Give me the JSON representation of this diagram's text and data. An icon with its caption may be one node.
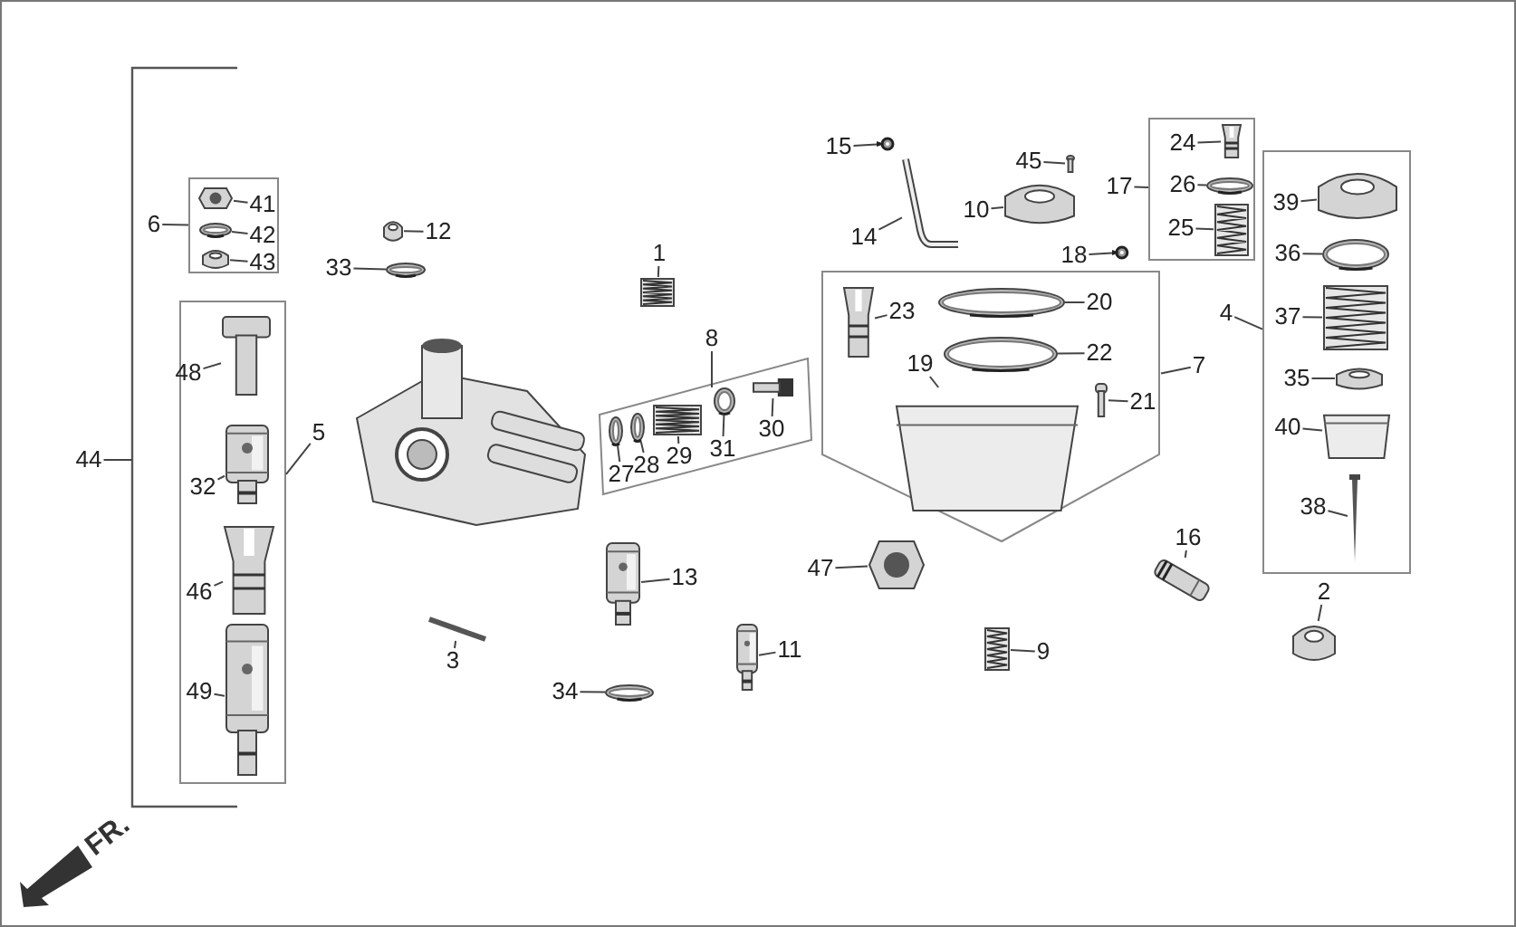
{
  "diagram": {
    "nodes": [
      {
        "text": [
          "44"
        ]
      },
      {
        "text": [],
        "shape": "box"
      },
      {
        "text": [
          "6"
        ]
      },
      {
        "text": [],
        "shape": "picture",
        "in": 1
      },
      {
        "text": [
          "41"
        ],
        "in": 1
      },
      {
        "text": [],
        "shape": "picture",
        "in": 1
      },
      {
        "text": [
          "42"
        ],
        "in": 1
      },
      {
        "text": [],
        "shape": "picture",
        "in": 1
      },
      {
        "text": [
          "43"
        ],
        "in": 1
      },
      {
        "text": [],
        "shape": "box"
      },
      {
        "text": [
          "5"
        ]
      },
      {
        "text": [],
        "shape": "picture",
        "in": 9
      },
      {
        "text": [
          "48"
        ],
        "in": 9
      },
      {
        "text": [],
        "shape": "picture",
        "in": 9
      },
      {
        "text": [
          "32"
        ],
        "in": 9
      },
      {
        "text": [],
        "shape": "picture",
        "in": 9
      },
      {
        "text": [
          "46"
        ],
        "in": 9
      },
      {
        "text": [],
        "shape": "picture",
        "in": 9
      },
      {
        "text": [
          "49"
        ],
        "in": 9
      },
      {
        "text": [],
        "shape": "picture"
      },
      {
        "text": [
          "12"
        ]
      },
      {
        "text": [],
        "shape": "picture"
      },
      {
        "text": [
          "33"
        ]
      },
      {
        "text": [],
        "shape": "picture"
      },
      {
        "text": [
          "1"
        ]
      },
      {
        "text": [],
        "shape": "box"
      },
      {
        "text": [
          "8"
        ]
      },
      {
        "text": [],
        "shape": "picture",
        "in": 25
      },
      {
        "text": [
          "27"
        ],
        "in": 25
      },
      {
        "text": [],
        "shape": "picture",
        "in": 25
      },
      {
        "text": [
          "28"
        ],
        "in": 25
      },
      {
        "text": [],
        "shape": "picture",
        "in": 25
      },
      {
        "text": [
          "29"
        ],
        "in": 25
      },
      {
        "text": [],
        "shape": "picture",
        "in": 25
      },
      {
        "text": [
          "31"
        ],
        "in": 25
      },
      {
        "text": [],
        "shape": "picture",
        "in": 25
      },
      {
        "text": [
          "30"
        ],
        "in": 25
      },
      {
        "text": [],
        "shape": "picture"
      },
      {
        "text": [
          "13"
        ]
      },
      {
        "text": [],
        "shape": "picture"
      },
      {
        "text": [
          "3"
        ]
      },
      {
        "text": [],
        "shape": "picture"
      },
      {
        "text": [
          "34"
        ]
      },
      {
        "text": [],
        "shape": "picture"
      },
      {
        "text": [
          "11"
        ]
      },
      {
        "text": [],
        "shape": "picture"
      },
      {
        "text": [
          "15"
        ]
      },
      {
        "text": [],
        "shape": "picture"
      },
      {
        "text": [
          "14"
        ]
      },
      {
        "text": [],
        "shape": "picture"
      },
      {
        "text": [
          "10"
        ]
      },
      {
        "text": [],
        "shape": "picture"
      },
      {
        "text": [
          "45"
        ]
      },
      {
        "text": [],
        "shape": "picture"
      },
      {
        "text": [
          "18"
        ]
      },
      {
        "text": [],
        "shape": "box"
      },
      {
        "text": [
          "17"
        ]
      },
      {
        "text": [],
        "shape": "picture",
        "in": 55
      },
      {
        "text": [
          "24"
        ],
        "in": 55
      },
      {
        "text": [],
        "shape": "picture",
        "in": 55
      },
      {
        "text": [
          "26"
        ],
        "in": 55
      },
      {
        "text": [],
        "shape": "picture",
        "in": 55
      },
      {
        "text": [
          "25"
        ],
        "in": 55
      },
      {
        "text": [],
        "shape": "box"
      },
      {
        "text": [
          "7"
        ]
      },
      {
        "text": [],
        "shape": "picture",
        "in": 63
      },
      {
        "text": [
          "23"
        ],
        "in": 63
      },
      {
        "text": [],
        "shape": "picture",
        "in": 63
      },
      {
        "text": [
          "20"
        ],
        "in": 63
      },
      {
        "text": [],
        "shape": "picture",
        "in": 63
      },
      {
        "text": [
          "22"
        ],
        "in": 63
      },
      {
        "text": [],
        "shape": "picture",
        "in": 63
      },
      {
        "text": [
          "19"
        ],
        "in": 63
      },
      {
        "text": [],
        "shape": "picture",
        "in": 63
      },
      {
        "text": [
          "21"
        ],
        "in": 63
      },
      {
        "text": [],
        "shape": "box"
      },
      {
        "text": [
          "4"
        ]
      },
      {
        "text": [],
        "shape": "picture",
        "in": 75
      },
      {
        "text": [
          "39"
        ],
        "in": 75
      },
      {
        "text": [],
        "shape": "picture",
        "in": 75
      },
      {
        "text": [
          "36"
        ],
        "in": 75
      },
      {
        "text": [],
        "shape": "picture",
        "in": 75
      },
      {
        "text": [
          "37"
        ],
        "in": 75
      },
      {
        "text": [],
        "shape": "picture",
        "in": 75
      },
      {
        "text": [
          "35"
        ],
        "in": 75
      },
      {
        "text": [],
        "shape": "picture",
        "in": 75
      },
      {
        "text": [
          "40"
        ],
        "in": 75
      },
      {
        "text": [],
        "shape": "picture",
        "in": 75
      },
      {
        "text": [
          "38"
        ],
        "in": 75
      },
      {
        "text": [],
        "shape": "picture"
      },
      {
        "text": [
          "2"
        ]
      },
      {
        "text": [],
        "shape": "picture"
      },
      {
        "text": [
          "47"
        ]
      },
      {
        "text": [],
        "shape": "picture"
      },
      {
        "text": [
          "16"
        ]
      },
      {
        "text": [],
        "shape": "picture"
      },
      {
        "text": [
          "9"
        ]
      },
      {
        "text": [],
        "shape": "bracket"
      }
    ],
    "edges": [
      {
        "from": 0,
        "to": 97,
        "arrow": "none"
      },
      {
        "from": 2,
        "to": 1,
        "arrow": "none"
      },
      {
        "from": 4,
        "to": 3,
        "arrow": "none"
      },
      {
        "from": 6,
        "to": 5,
        "arrow": "none"
      },
      {
        "from": 8,
        "to": 7,
        "arrow": "none"
      },
      {
        "from": 10,
        "to": 9,
        "arrow": "none"
      },
      {
        "from": 12,
        "to": 11,
        "arrow": "none"
      },
      {
        "from": 14,
        "to": 13,
        "arrow": "none"
      },
      {
        "from": 16,
        "to": 15,
        "arrow": "none"
      },
      {
        "from": 18,
        "to": 17,
        "arrow": "none"
      },
      {
        "from": 20,
        "to": 19,
        "arrow": "none"
      },
      {
        "from": 22,
        "to": 21,
        "arrow": "none"
      },
      {
        "from": 24,
        "to": 23,
        "arrow": "none"
      },
      {
        "from": 26,
        "to": 25,
        "arrow": "none"
      },
      {
        "from": 28,
        "to": 27,
        "arrow": "none"
      },
      {
        "from": 30,
        "to": 29,
        "arrow": "none"
      },
      {
        "from": 32,
        "to": 31,
        "arrow": "none"
      },
      {
        "from": 34,
        "to": 33,
        "arrow": "none"
      },
      {
        "from": 36,
        "to": 35,
        "arrow": "none"
      },
      {
        "from": 38,
        "to": 37,
        "arrow": "none"
      },
      {
        "from": 40,
        "to": 39,
        "arrow": "none"
      },
      {
        "from": 42,
        "to": 41,
        "arrow": "none"
      },
      {
        "from": 44,
        "to": 43,
        "arrow": "none"
      },
      {
        "from": 46,
        "to": 45,
        "arrow": "none"
      },
      {
        "from": 48,
        "to": 47,
        "arrow": "none"
      },
      {
        "from": 50,
        "to": 49,
        "arrow": "none"
      },
      {
        "from": 52,
        "to": 51,
        "arrow": "none"
      },
      {
        "from": 54,
        "to": 53,
        "arrow": "none"
      },
      {
        "from": 56,
        "to": 55,
        "arrow": "none"
      },
      {
        "from": 58,
        "to": 57,
        "arrow": "none"
      },
      {
        "from": 60,
        "to": 59,
        "arrow": "none"
      },
      {
        "from": 62,
        "to": 61,
        "arrow": "none"
      },
      {
        "from": 64,
        "to": 63,
        "arrow": "none"
      },
      {
        "from": 66,
        "to": 65,
        "arrow": "none"
      },
      {
        "from": 68,
        "to": 67,
        "arrow": "none"
      },
      {
        "from": 70,
        "to": 69,
        "arrow": "none"
      },
      {
        "from": 72,
        "to": 71,
        "arrow": "none"
      },
      {
        "from": 74,
        "to": 73,
        "arrow": "none"
      },
      {
        "from": 76,
        "to": 75,
        "arrow": "none"
      },
      {
        "from": 78,
        "to": 77,
        "arrow": "none"
      },
      {
        "from": 80,
        "to": 79,
        "arrow": "none"
      },
      {
        "from": 82,
        "to": 81,
        "arrow": "none"
      },
      {
        "from": 84,
        "to": 83,
        "arrow": "none"
      },
      {
        "from": 86,
        "to": 85,
        "arrow": "none"
      },
      {
        "from": 88,
        "to": 87,
        "arrow": "none"
      },
      {
        "from": 90,
        "to": 89,
        "arrow": "none"
      },
      {
        "from": 92,
        "to": 91,
        "arrow": "none"
      },
      {
        "from": 94,
        "to": 93,
        "arrow": "none"
      },
      {
        "from": 96,
        "to": 95,
        "arrow": "none"
      }
    ],
    "labels": [
      "FR."
    ]
  }
}
